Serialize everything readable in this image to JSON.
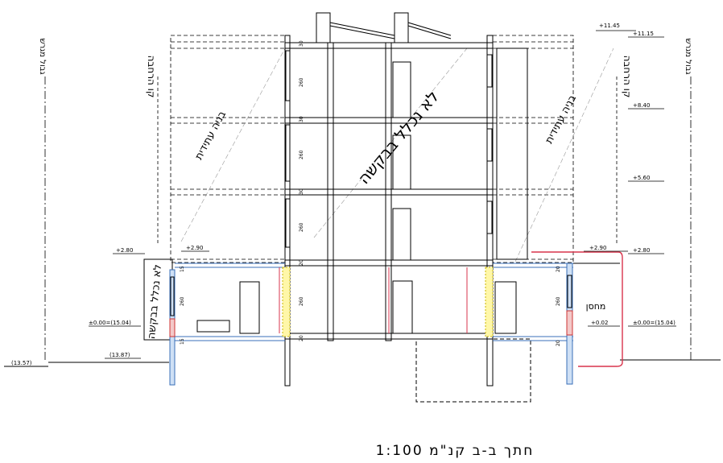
{
  "title": "חתך ב-ב קנ\"מ 1:100",
  "labels": {
    "left_outer": "גבול מגרש",
    "right_outer": "גבול מגרש",
    "left_expansion": "קו הרחבה",
    "right_expansion": "קו הרחבה",
    "left_future": "בניה עתידית",
    "right_future": "בניה עתידית",
    "left_not_incl": "לא נכלל בבקשה",
    "center_not_incl": "לא נכלל בבקשה",
    "storage": "מחסן"
  },
  "levels": {
    "top_1145": "+11.45",
    "top_1115": "+11.15",
    "lvl_840": "+8.40",
    "lvl_560": "+5.60",
    "lvl_280_right": "+2.80",
    "lvl_290_right": "+2.90",
    "lvl_280_left": "+2.80",
    "lvl_290_left": "+2.90",
    "zero_left": "±0.00=(15.04)",
    "zero_right": "±0.00=(15.04)",
    "plus_002": "+0.02",
    "ground_1357": "(13.57)",
    "ground_1387": "(13.87)"
  },
  "dims": {
    "h260": "260",
    "h20": "20",
    "h30": "30",
    "h15": "15"
  }
}
